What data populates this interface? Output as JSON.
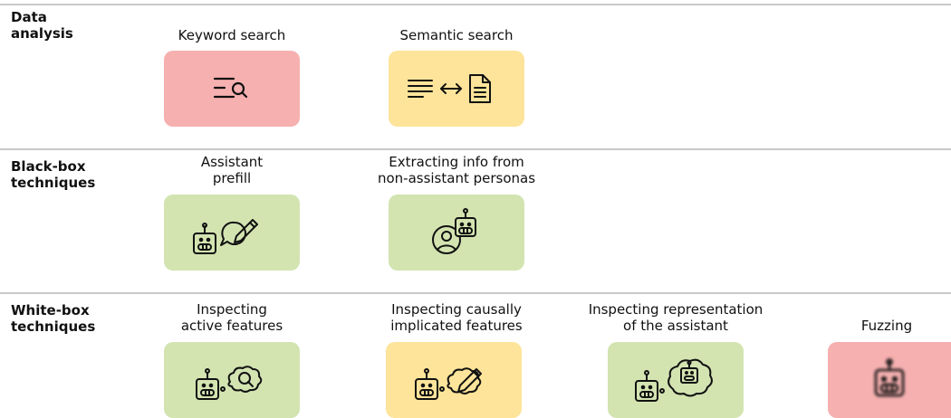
{
  "rows": [
    {
      "label": "Data\nanalysis",
      "items": [
        {
          "title": "Keyword search",
          "color": "#f6b0b0",
          "icon": "keyword-search-icon"
        },
        {
          "title": "Semantic search",
          "color": "#fde49a",
          "icon": "semantic-search-icon"
        }
      ]
    },
    {
      "label": "Black-box\ntechniques",
      "items": [
        {
          "title": "Assistant\nprefill",
          "color": "#d3e4b1",
          "icon": "robot-edit-bubble-icon"
        },
        {
          "title": "Extracting info from\nnon-assistant personas",
          "color": "#d3e4b1",
          "icon": "user-robot-icon"
        }
      ]
    },
    {
      "label": "White-box\ntechniques",
      "items": [
        {
          "title": "Inspecting\nactive features",
          "color": "#d3e4b1",
          "icon": "robot-thought-search-icon"
        },
        {
          "title": "Inspecting causally\nimplicated features",
          "color": "#fde49a",
          "icon": "robot-thought-edit-icon"
        },
        {
          "title": "Inspecting representation\nof the assistant",
          "color": "#d3e4b1",
          "icon": "robot-thought-robot-icon"
        },
        {
          "title": "Fuzzing",
          "color": "#f6b0b0",
          "icon": "blurred-robot-icon"
        }
      ]
    }
  ]
}
